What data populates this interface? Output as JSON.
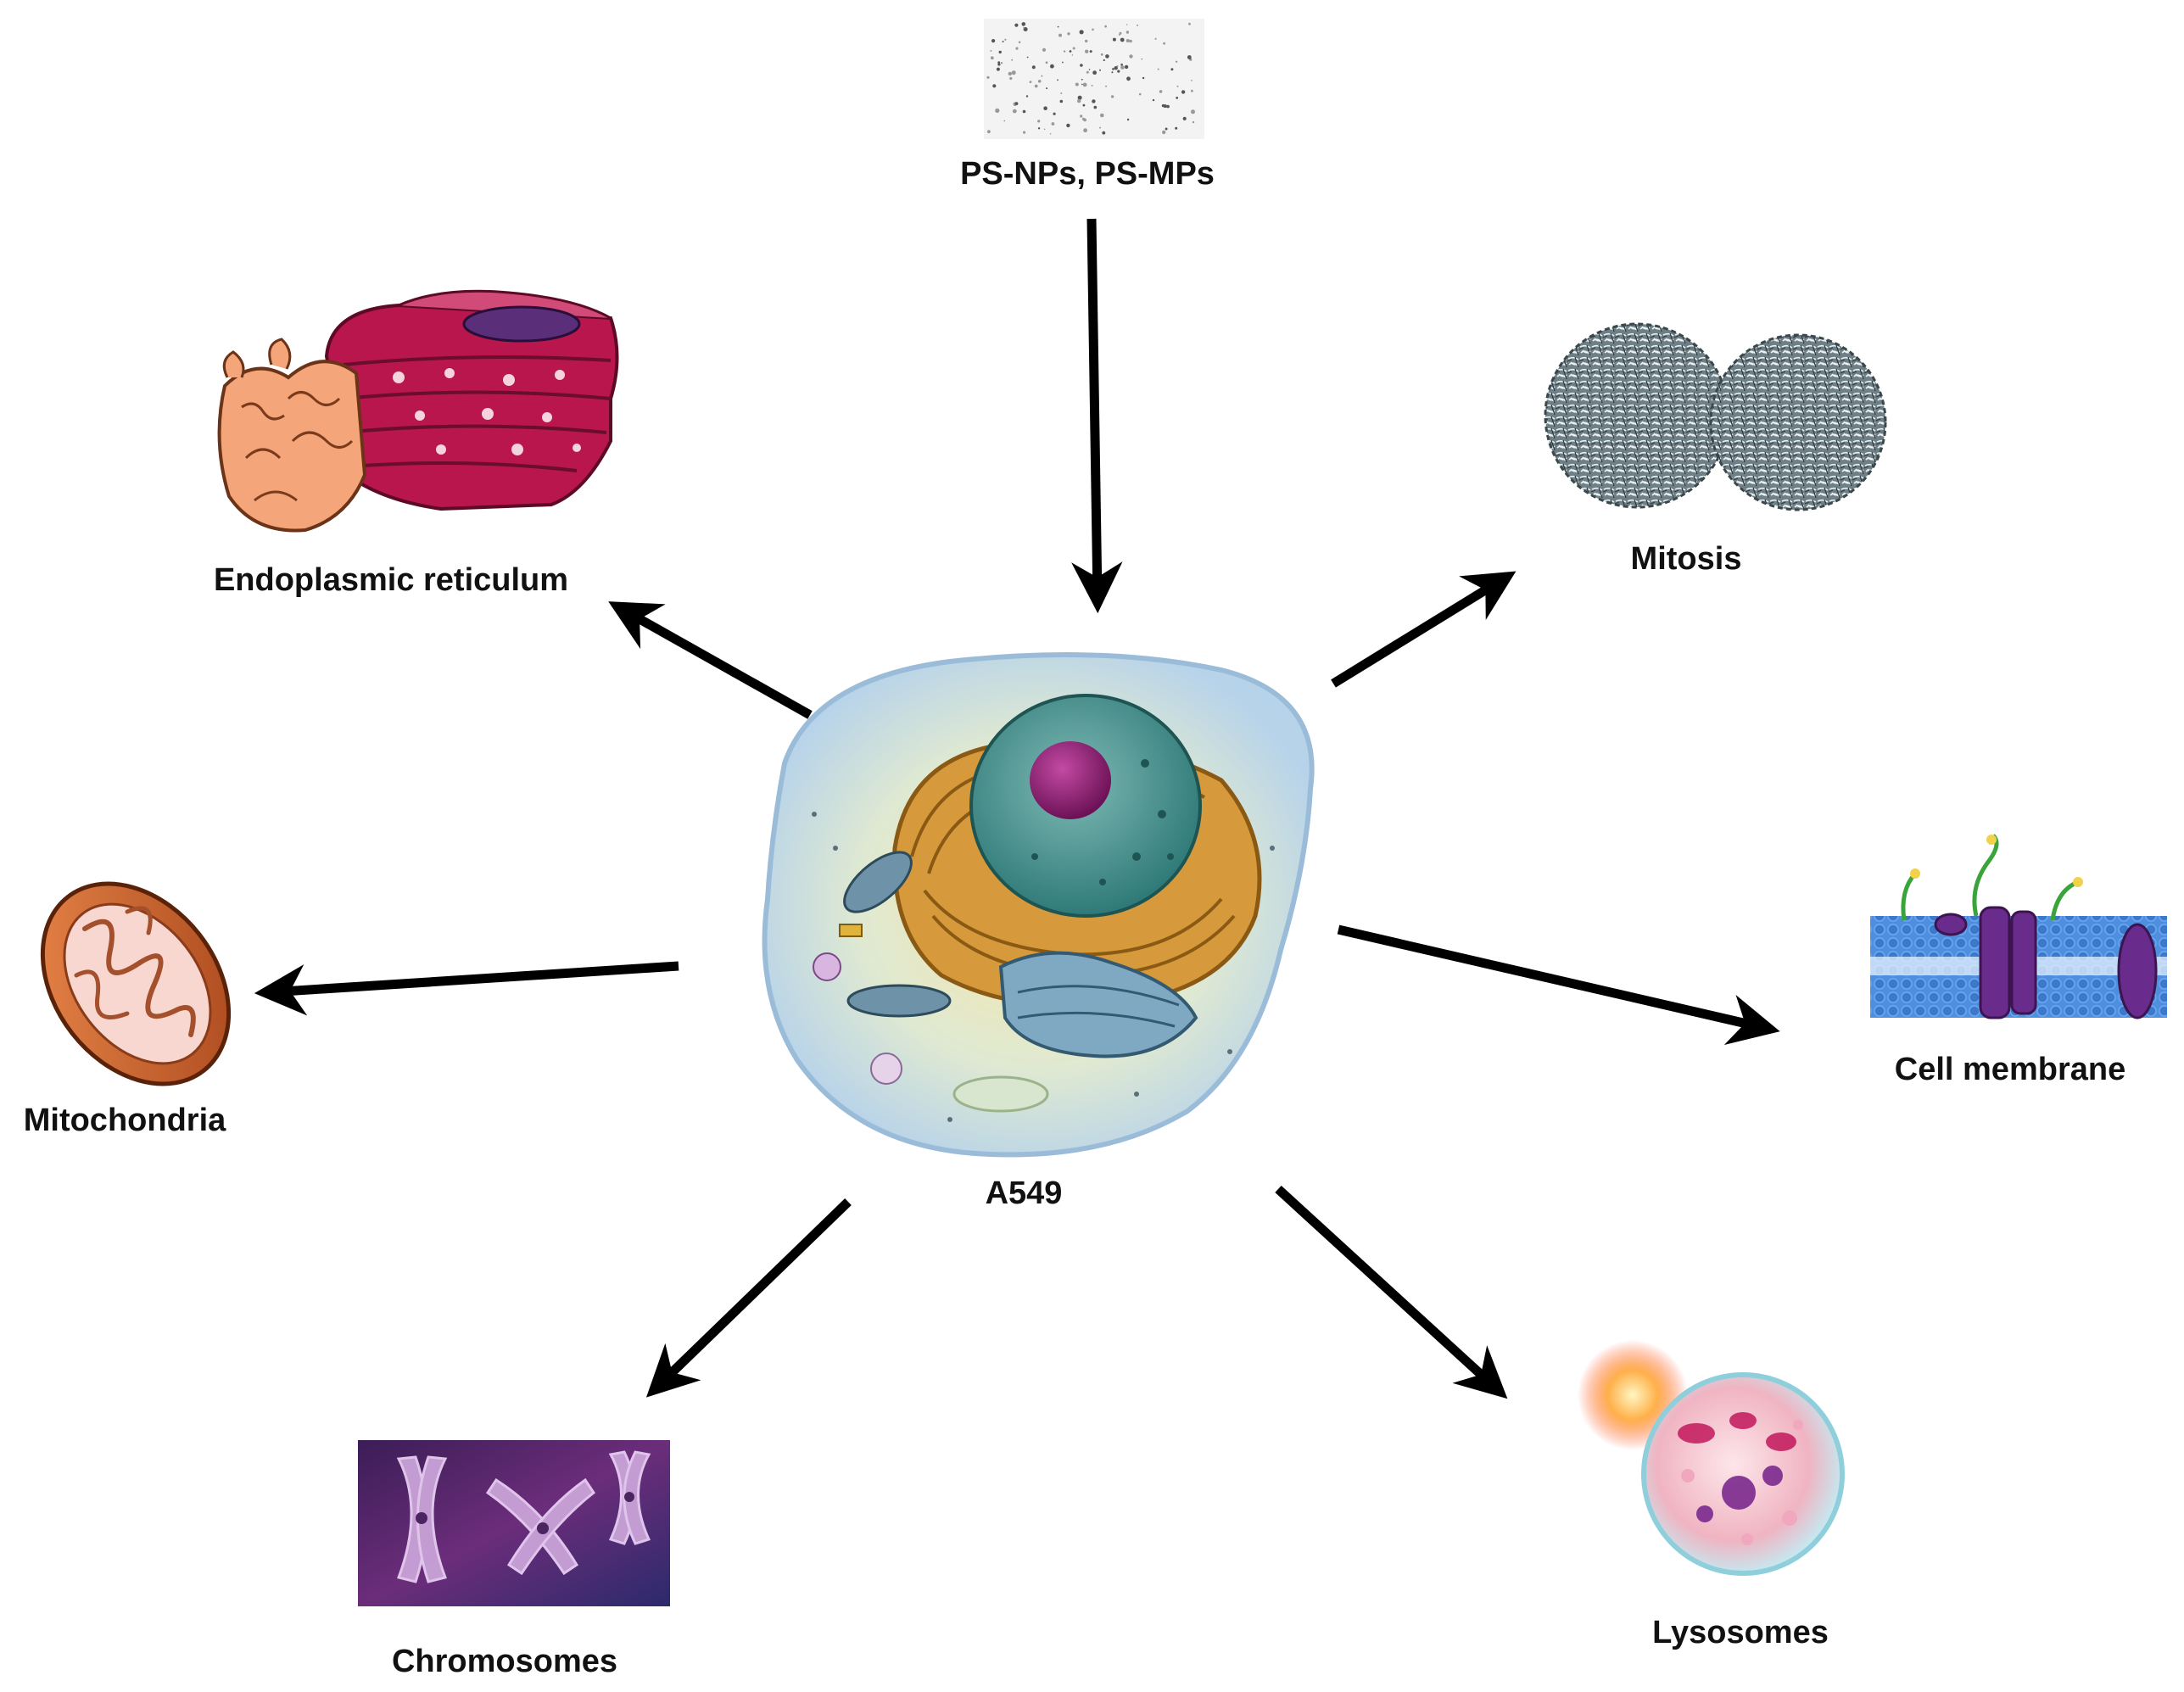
{
  "nodes": {
    "source": {
      "label": "PS-NPs, PS-MPs",
      "icon": "particles-icon"
    },
    "center": {
      "label": "A549",
      "icon": "cell-icon"
    },
    "endoplasmic_reticulum": {
      "label": "Endoplasmic reticulum",
      "icon": "endoplasmic-reticulum-icon"
    },
    "mitosis": {
      "label": "Mitosis",
      "icon": "dividing-cells-icon"
    },
    "mitochondria": {
      "label": "Mitochondria",
      "icon": "mitochondrion-icon"
    },
    "cell_membrane": {
      "label": "Cell membrane",
      "icon": "membrane-icon"
    },
    "chromosomes": {
      "label": "Chromosomes",
      "icon": "chromosomes-icon"
    },
    "lysosomes": {
      "label": "Lysosomes",
      "icon": "lysosome-icon"
    }
  },
  "edges": [
    {
      "from": "source",
      "to": "center"
    },
    {
      "from": "center",
      "to": "endoplasmic_reticulum"
    },
    {
      "from": "center",
      "to": "mitosis"
    },
    {
      "from": "center",
      "to": "mitochondria"
    },
    {
      "from": "center",
      "to": "cell_membrane"
    },
    {
      "from": "center",
      "to": "chromosomes"
    },
    {
      "from": "center",
      "to": "lysosomes"
    }
  ],
  "colors": {
    "arrow": "#000000",
    "label": "#111111",
    "er": "#c2185b",
    "golgi": "#f2a878",
    "nucleus": "#3d8f8a",
    "nucleolus": "#8e1d6b",
    "mitochondrion": "#d0682a",
    "membrane": "#3d7fd6",
    "protein": "#6a2c8c",
    "chromosome": "#c9a3d8",
    "lysosome": "#e78aa2"
  }
}
